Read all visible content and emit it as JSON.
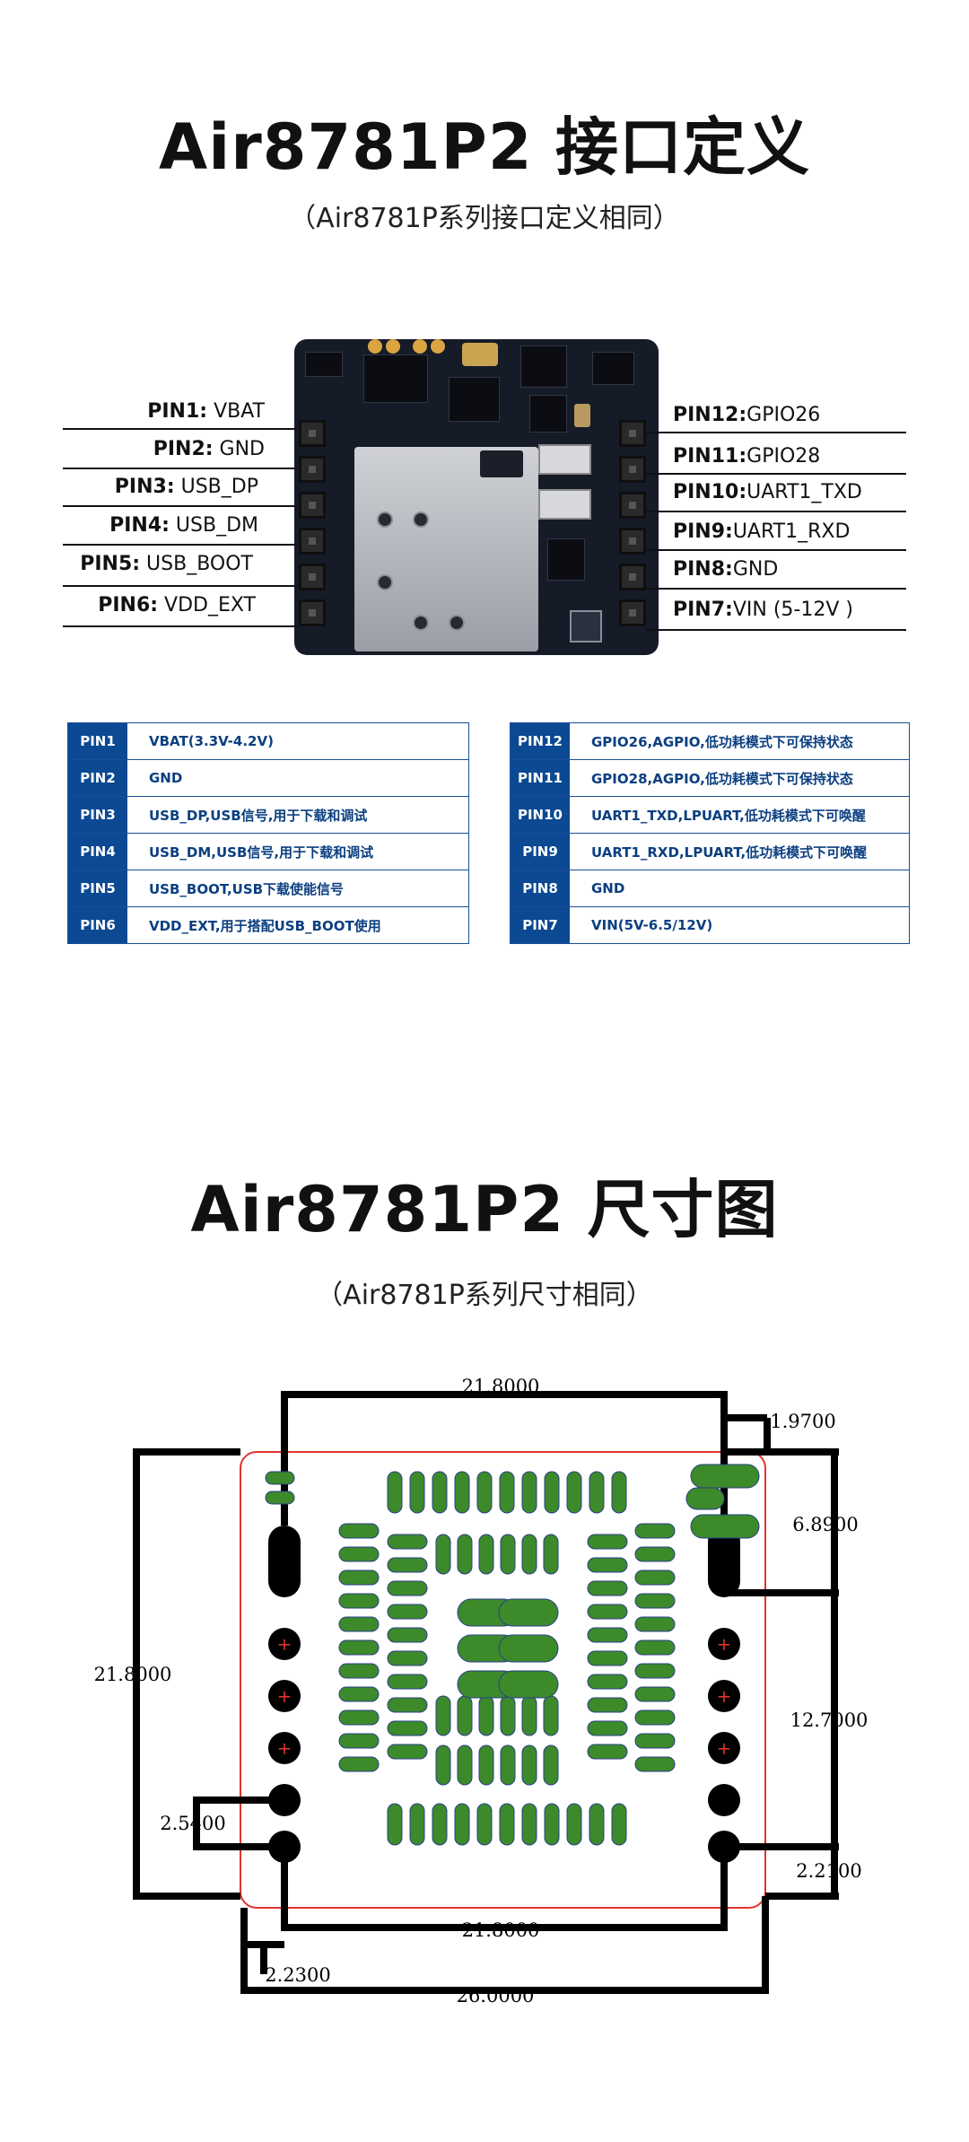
{
  "pinout_section": {
    "title": "Air8781P2 接口定义",
    "subtitle": "（Air8781P系列接口定义相同）",
    "left_labels": [
      {
        "pin": "PIN1:",
        "name": " VBAT"
      },
      {
        "pin": "PIN2:",
        "name": " GND"
      },
      {
        "pin": "PIN3:",
        "name": " USB_DP"
      },
      {
        "pin": "PIN4:",
        "name": " USB_DM"
      },
      {
        "pin": "PIN5:",
        "name": " USB_BOOT"
      },
      {
        "pin": "PIN6:",
        "name": " VDD_EXT"
      }
    ],
    "right_labels": [
      {
        "pin": "PIN12:",
        "name": "GPIO26"
      },
      {
        "pin": "PIN11:",
        "name": "GPIO28"
      },
      {
        "pin": "PIN10:",
        "name": "UART1_TXD"
      },
      {
        "pin": "PIN9:",
        "name": "UART1_RXD"
      },
      {
        "pin": "PIN8:",
        "name": "GND"
      },
      {
        "pin": "PIN7:",
        "name": "VIN (5-12V )"
      }
    ]
  },
  "pin_table_left": [
    {
      "code": "PIN1",
      "desc": "VBAT(3.3V-4.2V)"
    },
    {
      "code": "PIN2",
      "desc": "GND"
    },
    {
      "code": "PIN3",
      "desc": "USB_DP,USB信号,用于下载和调试"
    },
    {
      "code": "PIN4",
      "desc": "USB_DM,USB信号,用于下载和调试"
    },
    {
      "code": "PIN5",
      "desc": "USB_BOOT,USB下载使能信号"
    },
    {
      "code": "PIN6",
      "desc": "VDD_EXT,用于搭配USB_BOOT使用"
    }
  ],
  "pin_table_right": [
    {
      "code": "PIN12",
      "desc": "GPIO26,AGPIO,低功耗模式下可保持状态"
    },
    {
      "code": "PIN11",
      "desc": "GPIO28,AGPIO,低功耗模式下可保持状态"
    },
    {
      "code": "PIN10",
      "desc": "UART1_TXD,LPUART,低功耗模式下可唤醒"
    },
    {
      "code": "PIN9",
      "desc": "UART1_RXD,LPUART,低功耗模式下可唤醒"
    },
    {
      "code": "PIN8",
      "desc": "GND"
    },
    {
      "code": "PIN7",
      "desc": "VIN(5V-6.5/12V)"
    }
  ],
  "dimension_section": {
    "title": "Air8781P2 尺寸图",
    "subtitle": "（Air8781P系列尺寸相同）",
    "dims": {
      "top_width": "21.8000",
      "top_right_offset": "1.9700",
      "right_upper": "6.8900",
      "left_height": "21.8000",
      "right_mid": "12.7000",
      "left_pitch": "2.5400",
      "right_lower": "2.2100",
      "bottom_width": "21.8000",
      "bottom_left_offset": "2.2300",
      "overall_width": "26.0000"
    }
  },
  "colors": {
    "table_blue": "#0b4993",
    "pad_green": "#3c8a2a",
    "outline_red": "#e0342e"
  }
}
